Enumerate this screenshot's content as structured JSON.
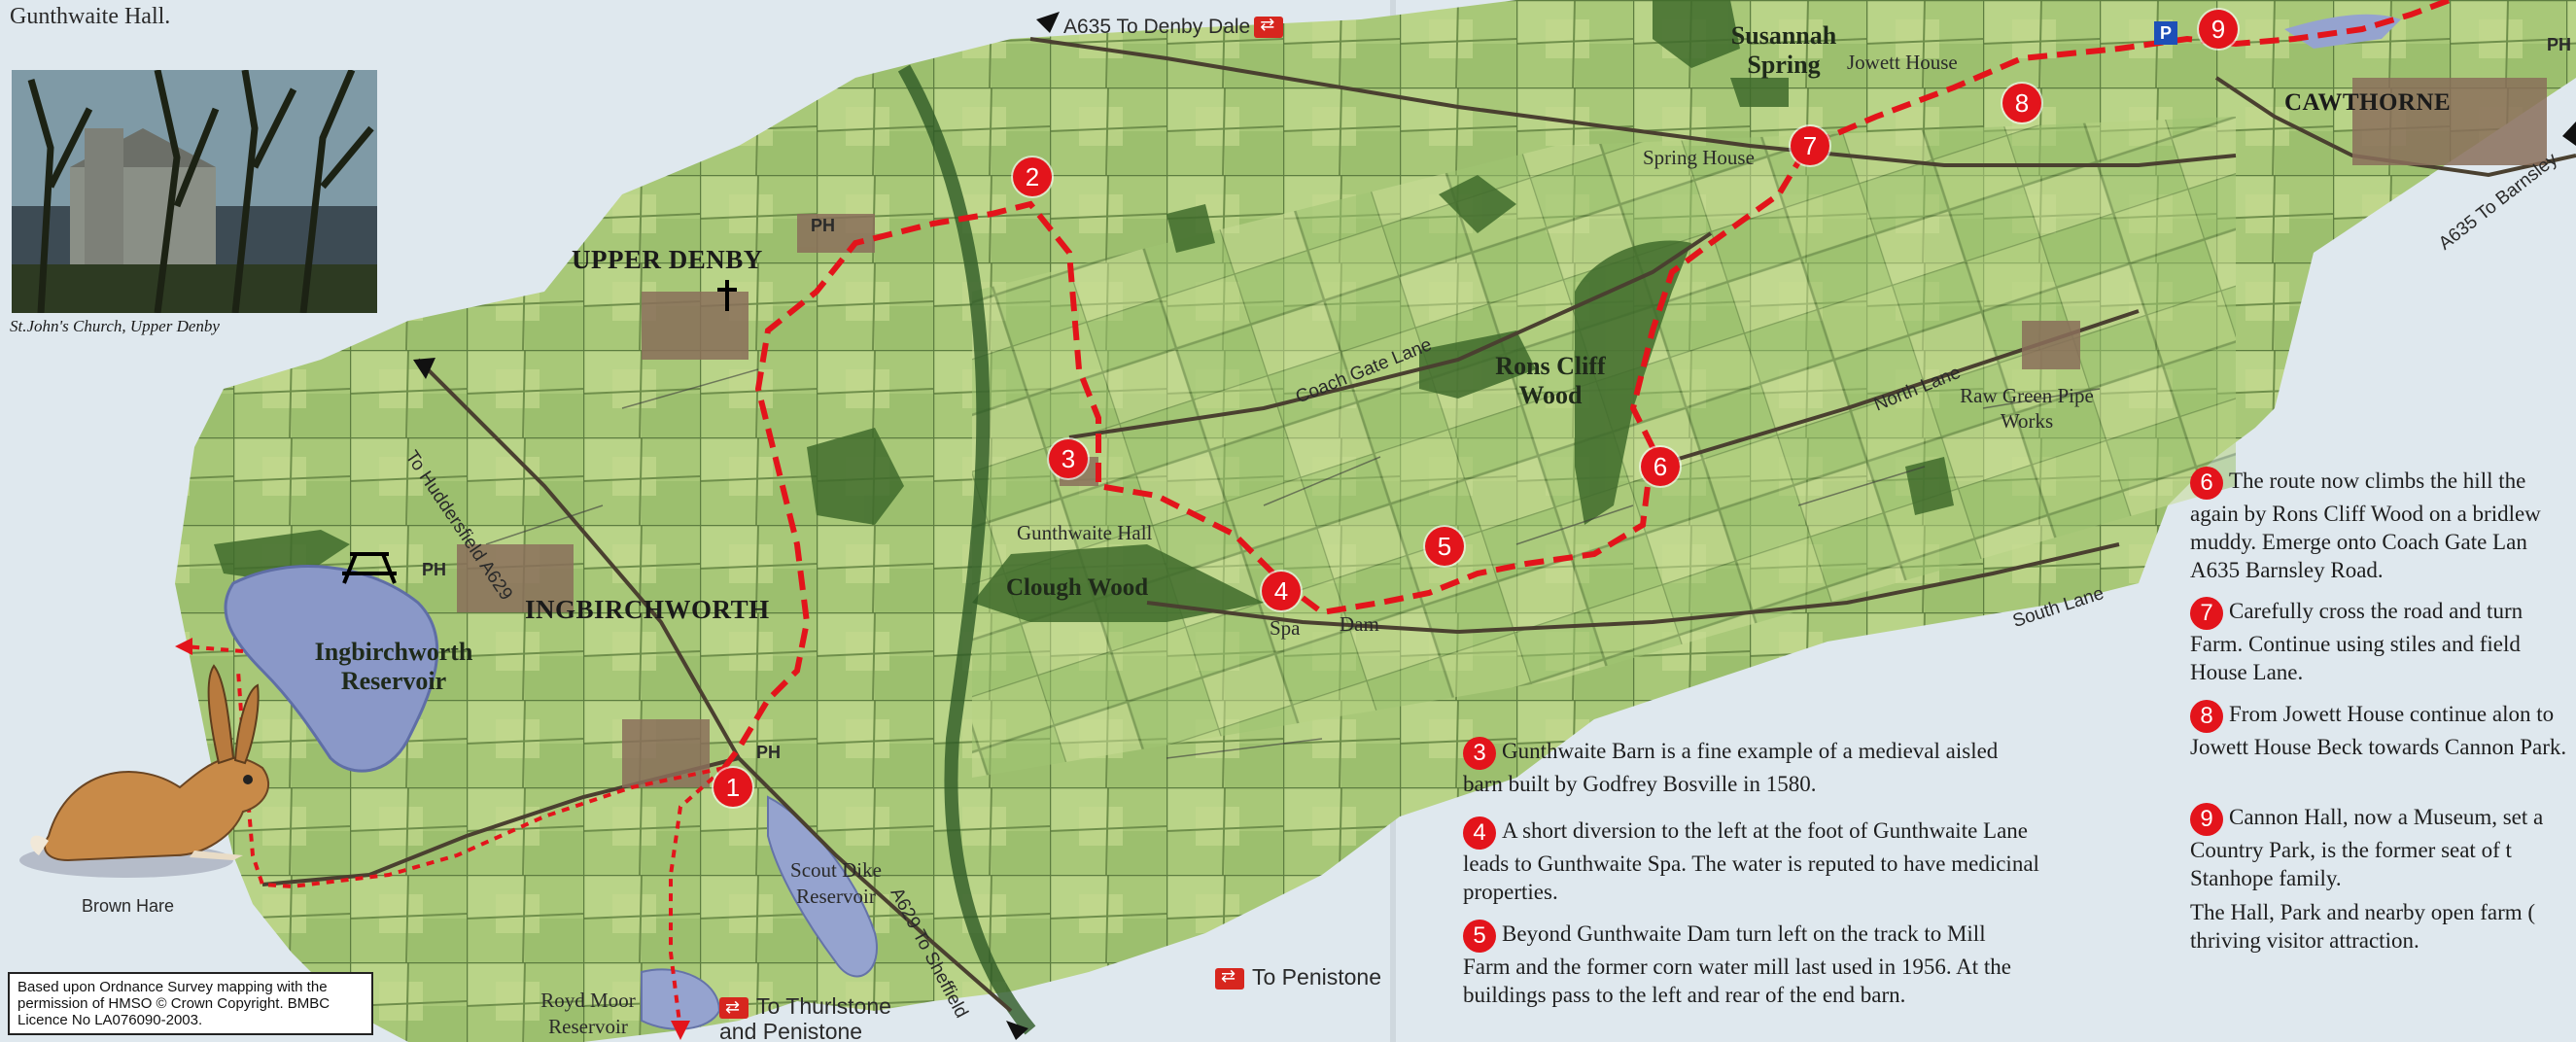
{
  "intro_text": "Gunthwaite Hall.",
  "photo_caption": "St.John's Church, Upper Denby",
  "hare_caption": "Brown Hare",
  "credit_text": "Based upon Ordnance Survey mapping with the permission of HMSO © Crown Copyright. BMBC Licence No LA076090-2003.",
  "places": {
    "upper_denby": "UPPER DENBY",
    "ingbirchworth": "INGBIRCHWORTH",
    "cawthorne": "CAWTHORNE",
    "reservoir": "Ingbirchworth Reservoir",
    "susannah": "Susannah Spring",
    "rons_cliff": "Rons Cliff Wood",
    "clough_wood": "Clough Wood",
    "gunthwaite_hall": "Gunthwaite Hall",
    "spring_house": "Spring House",
    "jowett_house": "Jowett House",
    "raw_green": "Raw Green Pipe Works",
    "scout_dike": "Scout Dike Reservoir",
    "royd_moor": "Royd Moor Reservoir",
    "spa": "Spa",
    "dam": "Dam",
    "ph": "PH"
  },
  "roads": {
    "denby_dale": "A635 To Denby Dale",
    "huddersfield": "To Huddersfield A629",
    "coach_gate": "Coach Gate Lane",
    "north_lane": "North Lane",
    "south_lane": "South Lane",
    "barnsley": "A635 To Barnsley",
    "sheffield": "A629 To Sheffield",
    "penistone": "To Penistone",
    "thurlstone": "To Thurlstone and Penistone"
  },
  "waypoints": [
    "1",
    "2",
    "3",
    "4",
    "5",
    "6",
    "7",
    "8",
    "9"
  ],
  "parking_label": "P",
  "notes": [
    {
      "num": "3",
      "text": "Gunthwaite Barn is a fine example of a medieval aisled barn built by Godfrey Bosville in 1580."
    },
    {
      "num": "4",
      "text": "A short diversion to the left at the foot of Gunthwaite Lane leads to Gunthwaite Spa.  The water is reputed to have medicinal properties."
    },
    {
      "num": "5",
      "text": "Beyond Gunthwaite Dam turn left on the track to Mill Farm and the former corn water mill last used in 1956.  At the buildings pass to the left and rear of the end barn."
    },
    {
      "num": "6",
      "text": "The route now climbs the hill the again by Rons Cliff Wood on a bridlew muddy.  Emerge onto Coach Gate Lan A635 Barnsley Road."
    },
    {
      "num": "7",
      "text": "Carefully cross the road and turn Farm.  Continue using stiles and field House Lane."
    },
    {
      "num": "8",
      "text": "From Jowett House continue alon to Jowett House Beck towards Cannon Park."
    },
    {
      "num": "9",
      "text": "Cannon Hall, now a Museum, set a Country Park, is the former seat of t Stanhope family."
    },
    {
      "num": "",
      "text": "The Hall, Park and nearby open farm ( thriving visitor attraction."
    }
  ],
  "colors": {
    "route": "#e3141b",
    "water": "#8a98c8",
    "field": "#a9c97a"
  }
}
